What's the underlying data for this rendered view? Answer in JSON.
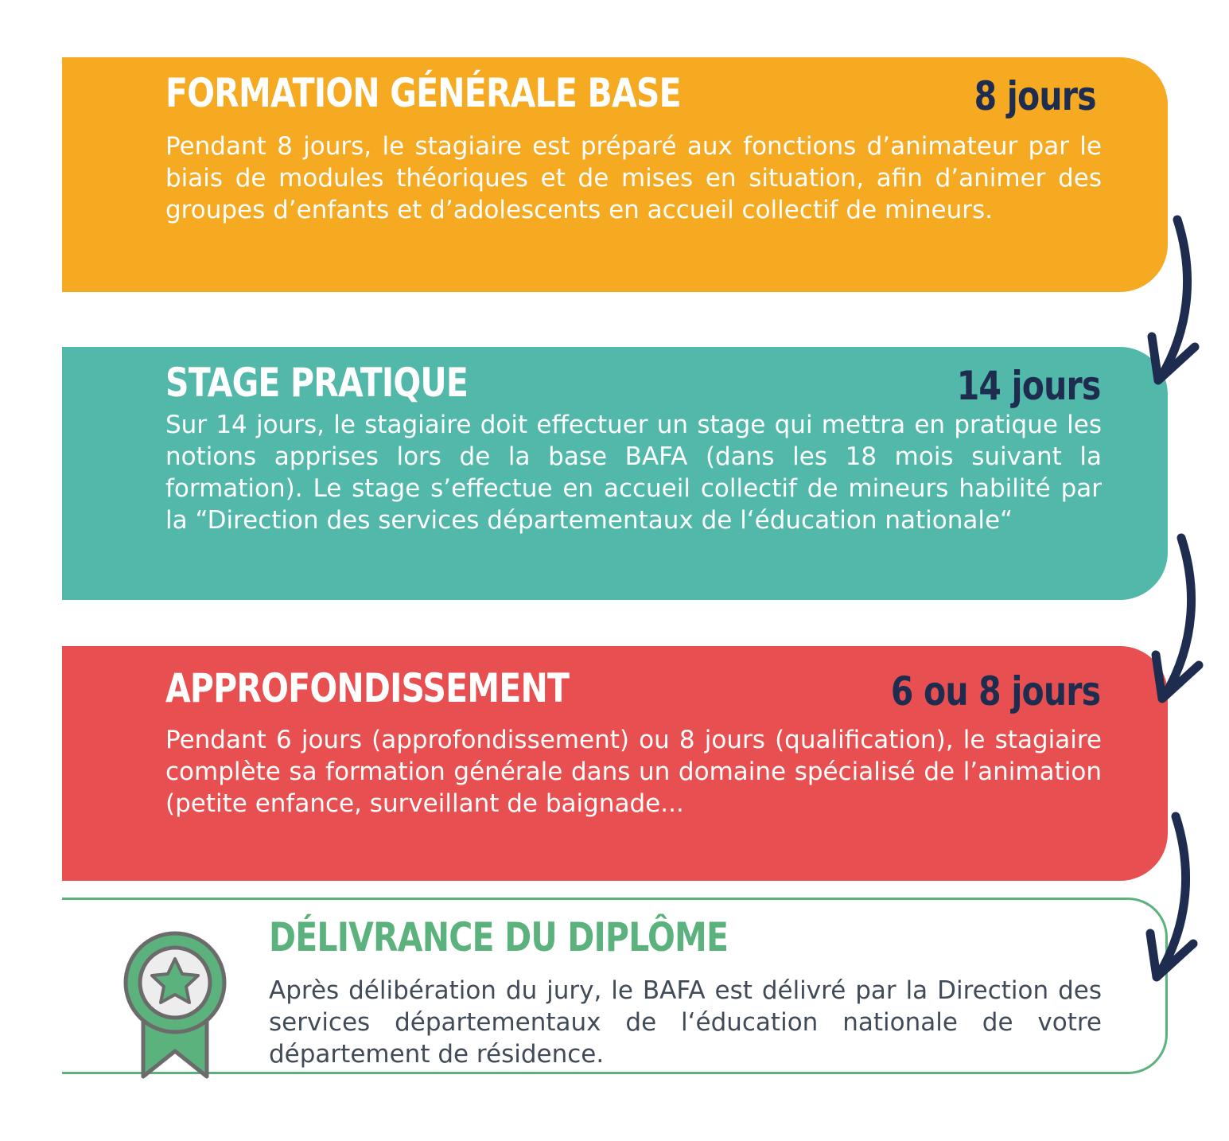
{
  "colors": {
    "formation": "#f5aa22",
    "stage": "#52b8aa",
    "approfondissement": "#e84f50",
    "diplome_border": "#5bb27c",
    "diplome_title": "#5bb27c",
    "duration_text": "#1e2d4f",
    "arrow": "#1e2d4f",
    "diplome_text": "#414b57"
  },
  "steps": [
    {
      "title": "FORMATION GÉNÉRALE BASE",
      "duration": "8 jours",
      "description": "Pendant 8 jours, le stagiaire est préparé aux fonctions d’animateur par le biais de modules théoriques et de mises en situation, afin d’animer des groupes d’enfants et d’adolescents en accueil collectif de mineurs."
    },
    {
      "title": "STAGE PRATIQUE",
      "duration": "14 jours",
      "description": "Sur 14 jours, le stagiaire doit effectuer un stage qui mettra en pratique les notions apprises lors de la base BAFA (dans les 18 mois suivant la formation). Le stage s’effectue en accueil collectif de mineurs habilité par la “Direction des services départementaux de l‘éducation nationale“"
    },
    {
      "title": "APPROFONDISSEMENT",
      "duration": "6 ou 8 jours",
      "description": "Pendant 6 jours (approfondissement) ou 8 jours (qualification), le stagiaire complète sa formation générale dans un domaine spécialisé de l’animation (petite enfance, surveillant de baignade..."
    },
    {
      "title": "DÉLIVRANCE DU DIPLÔME",
      "description": "Après délibération du jury, le BAFA est délivré par la Direction des services départementaux de l‘éducation nationale de votre département de résidence."
    }
  ],
  "icons": {
    "arrow": "curved-down-arrow-icon",
    "badge": "award-ribbon-star-icon"
  }
}
